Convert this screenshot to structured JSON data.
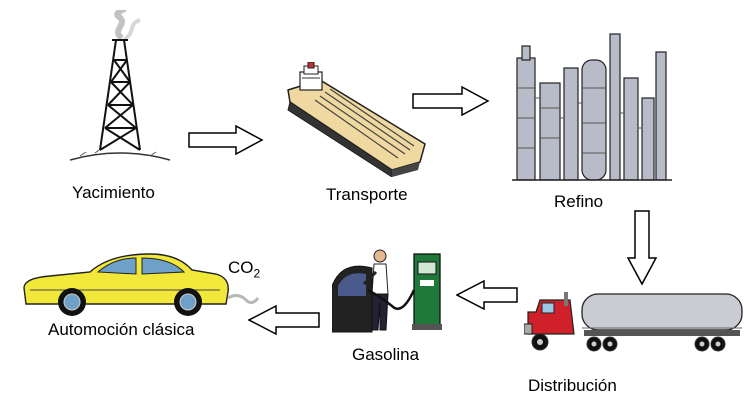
{
  "stages": [
    {
      "id": "yacimiento",
      "label": "Yacimiento",
      "icon": "oil-derrick-icon"
    },
    {
      "id": "transporte",
      "label": "Transporte",
      "icon": "oil-tanker-ship-icon"
    },
    {
      "id": "refino",
      "label": "Refino",
      "icon": "refinery-icon"
    },
    {
      "id": "distribucion",
      "label": "Distribución",
      "icon": "tanker-truck-icon"
    },
    {
      "id": "gasolina",
      "label": "Gasolina",
      "icon": "fuel-pump-icon"
    },
    {
      "id": "automocion",
      "label": "Automoción clásica",
      "icon": "car-icon"
    }
  ],
  "emission": {
    "base": "CO",
    "subscript": "2"
  },
  "colors": {
    "car_body": "#f2e83a",
    "pump": "#1f7a3a",
    "truck_cab": "#d0202a",
    "ship_hull": "#f0d9a0",
    "refinery": "#b8bcc8"
  }
}
